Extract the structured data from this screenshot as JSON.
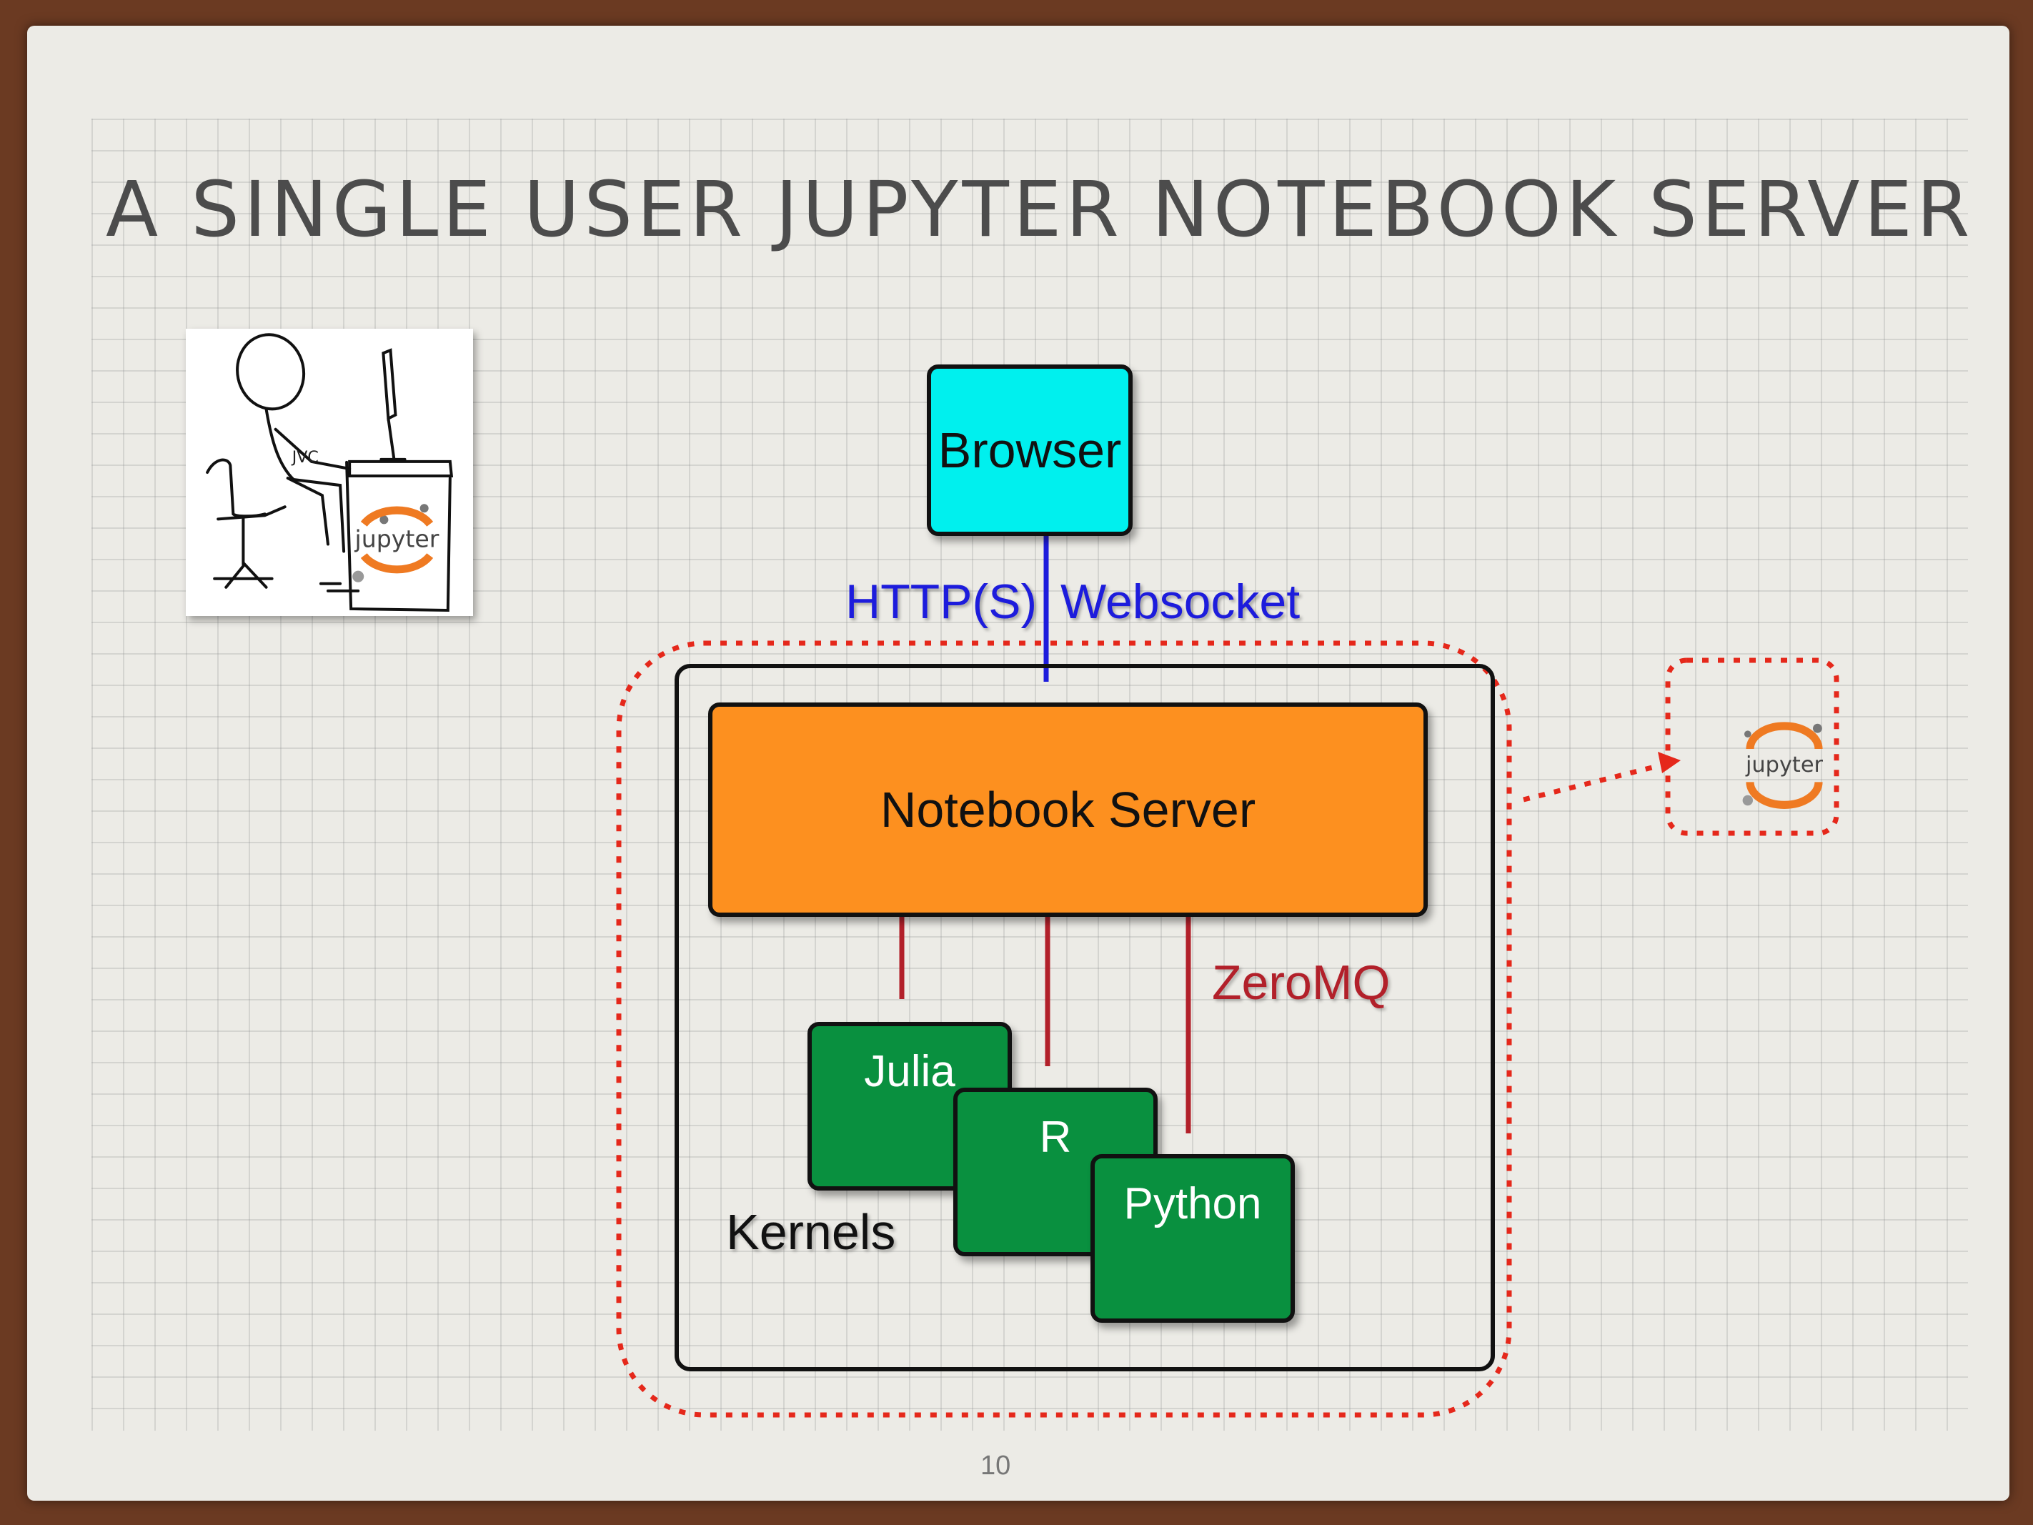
{
  "title": "A SINGLE USER JUPYTER NOTEBOOK SERVER",
  "photo": {
    "logo_text": "jupyter",
    "sketch_text": "JVC"
  },
  "diagram": {
    "browser": "Browser",
    "http_label": "HTTP(S)",
    "websocket_label": "Websocket",
    "server": "Notebook Server",
    "zeromq_label": "ZeroMQ",
    "kernels_label": "Kernels",
    "kernels": [
      "Julia",
      "R",
      "Python"
    ],
    "external_logo": "jupyter"
  },
  "colors": {
    "browser": "#00f0ee",
    "server": "#fd901f",
    "kernel": "#09903f",
    "http_line": "#1d1cdc",
    "zeromq_line": "#b2202a",
    "dotted_boundary": "#e5281b"
  },
  "page_number": "10"
}
